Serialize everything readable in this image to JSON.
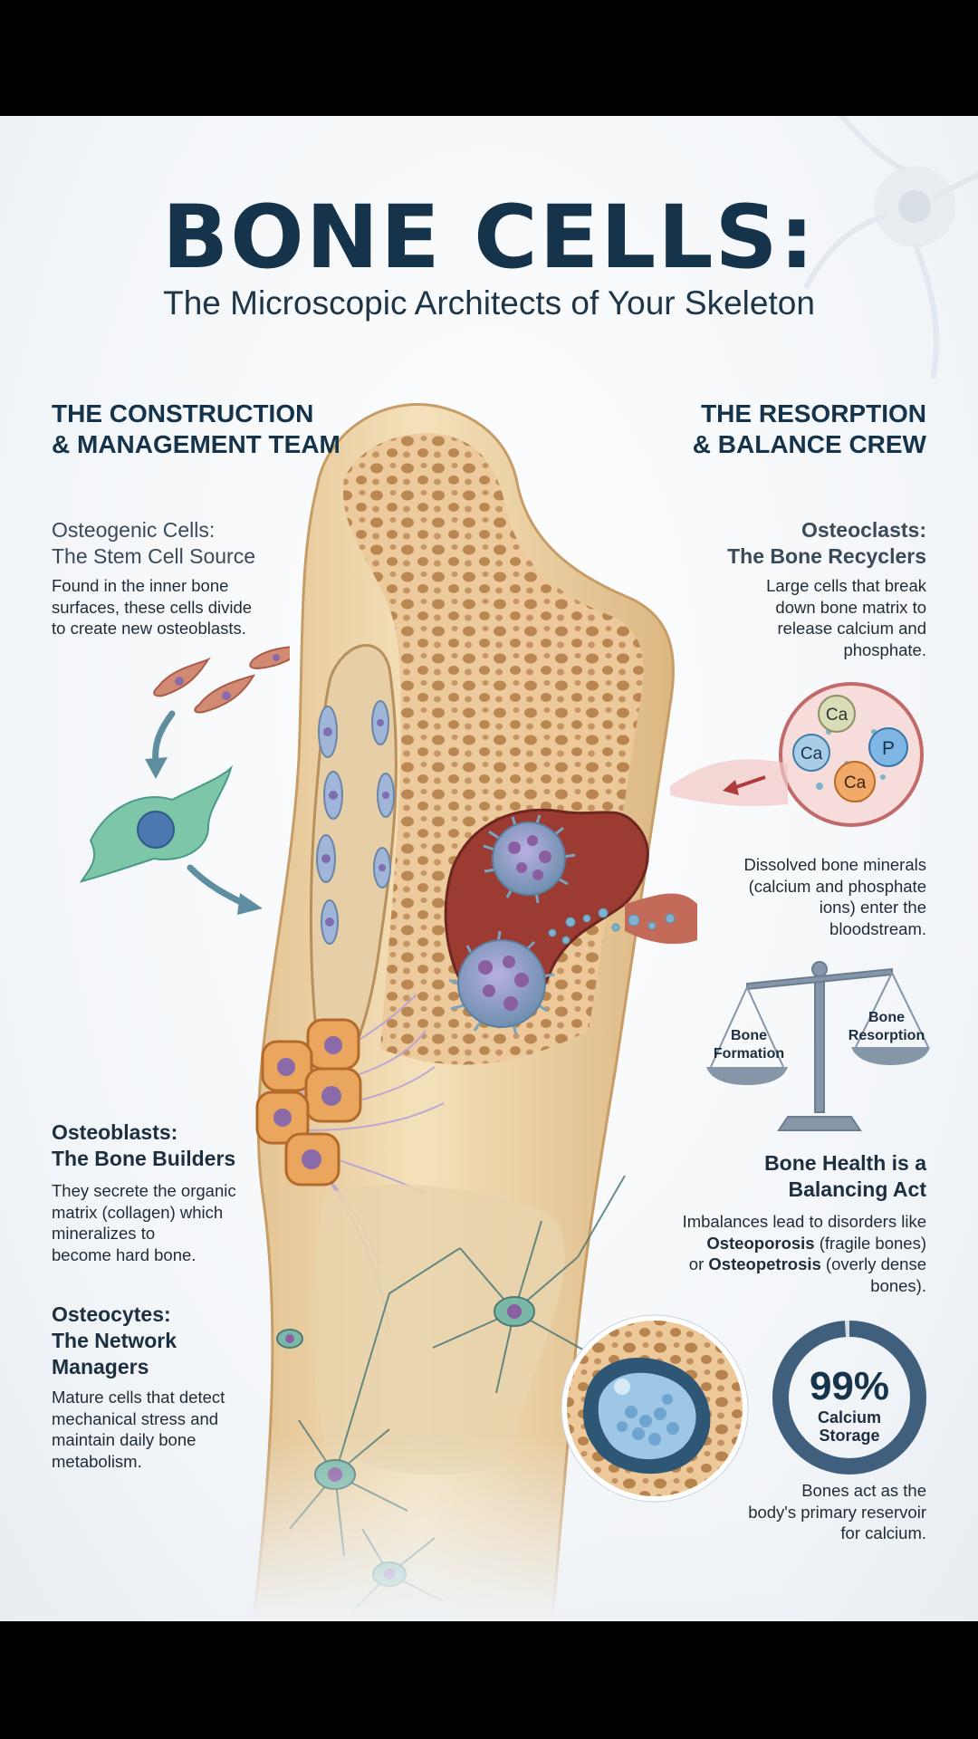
{
  "header": {
    "title": "BONE CELLS:",
    "subtitle": "The Microscopic Architects of Your Skeleton"
  },
  "left_column": {
    "team_title": "THE CONSTRUCTION\n& MANAGEMENT TEAM",
    "osteogenic": {
      "heading": "Osteogenic Cells:\nThe Stem Cell Source",
      "body": "Found in the inner bone\nsurfaces, these cells divide\nto create new osteoblasts."
    },
    "osteoblasts": {
      "heading": "Osteoblasts:\nThe Bone Builders",
      "body": "They secrete the organic\nmatrix (collagen) which\nmineralizes to\nbecome hard bone."
    },
    "osteocytes": {
      "heading": "Osteocytes:\nThe Network\nManagers",
      "body": "Mature cells that detect\nmechanical stress and\nmaintain daily bone\nmetabolism."
    }
  },
  "right_column": {
    "team_title": "THE RESORPTION\n& BALANCE CREW",
    "osteoclasts": {
      "heading": "Osteoclasts:\nThe Bone Recyclers",
      "body": "Large cells that break\ndown bone matrix to\nrelease calcium and\nphosphate."
    },
    "minerals_caption": "Dissolved bone minerals\n(calcium and phosphate\nions) enter the\nbloodstream.",
    "ions": [
      "Ca",
      "Ca",
      "P",
      "Ca"
    ],
    "scale": {
      "left_label_line1": "Bone",
      "left_label_line2": "Formation",
      "right_label_line1": "Bone",
      "right_label_line2": "Resorption"
    },
    "balance": {
      "heading": "Bone Health is a\nBalancing Act",
      "line1": "Imbalances lead to disorders like",
      "term1": "Osteoporosis",
      "term1_rest": " (fragile bones)",
      "line3_pre": "or ",
      "term2": "Osteopetrosis",
      "term2_rest": " (overly dense",
      "line4": "bones)."
    },
    "calcium": {
      "percent": "99%",
      "label_line1": "Calcium",
      "label_line2": "Storage",
      "fraction": 0.99,
      "caption": "Bones act as the\nbody's primary reservoir\nfor calcium."
    }
  },
  "colors": {
    "navy": "#15334a",
    "bone": "#f0d9ae",
    "bone_dark": "#c89a5e",
    "marrow": "#9c3b32",
    "osteoblast": "#e8a35a",
    "osteoclast": "#8a7cc0",
    "osteocyte": "#5fa8a0"
  }
}
